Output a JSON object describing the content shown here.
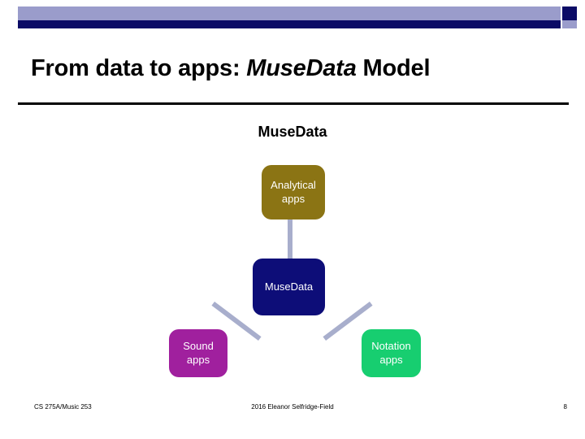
{
  "slide": {
    "title_prefix": "From data to apps: ",
    "title_emphasis": "MuseData",
    "title_suffix": " Model",
    "page_number": "8"
  },
  "banner": {
    "light_color": "#9a9ccb",
    "dark_color": "#0b0b66"
  },
  "diagram": {
    "heading": "MuseData",
    "nodes": [
      {
        "id": "analytical-apps",
        "label": "Analytical apps",
        "line1": "Analytical",
        "line2": "apps",
        "color": "#8b7414"
      },
      {
        "id": "musedata",
        "label": "MuseData",
        "line1": "MuseData",
        "line2": "",
        "color": "#0d0d78"
      },
      {
        "id": "sound-apps",
        "label": "Sound apps",
        "line1": "Sound",
        "line2": "apps",
        "color": "#a0209e"
      },
      {
        "id": "notation-apps",
        "label": "Notation apps",
        "line1": "Notation",
        "line2": "apps",
        "color": "#17ce70"
      }
    ],
    "connector_color": "#a8aecc"
  },
  "footer": {
    "course": "CS 275A/Music 253",
    "credit": "2016 Eleanor Selfridge-Field",
    "page": "8"
  }
}
